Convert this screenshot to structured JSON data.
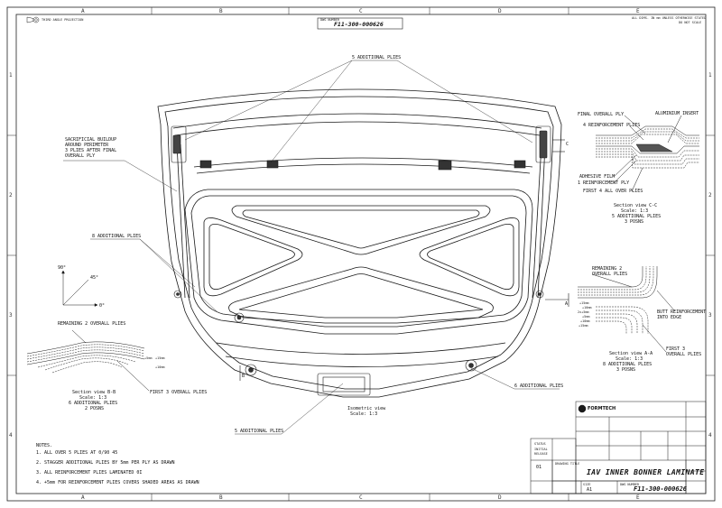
{
  "sheet": {
    "zones_h": [
      "A",
      "B",
      "C",
      "D",
      "E"
    ],
    "zones_v": [
      "1",
      "2",
      "3",
      "4"
    ],
    "projection_label": "THIRD ANGLE PROJECTION",
    "units_note": "ALL DIMS. IN mm UNLESS OTHERWISE STATED",
    "scale_note": "DO NOT SCALE"
  },
  "top_box": {
    "label": "DWG NUMBER",
    "number": "F11-300-000626"
  },
  "labels": {
    "plies_top": "5 ADDITIONAL PLIES",
    "sacrificial": [
      "SACRIFICIAL BUILDUP",
      "AROUND PERIMETER",
      "3 PLIES AFTER FINAL",
      "OVERALL PLY"
    ],
    "plies_8": "8 ADDITIONAL PLIES",
    "plies_6": "6 ADDITIONAL PLIES",
    "plies_5b": "5 ADDITIONAL PLIES",
    "angle_90": "90°",
    "angle_45": "45°",
    "angle_0": "0°",
    "iso": [
      "Isometric view",
      "Scale: 1:3"
    ],
    "marker_c": "C",
    "marker_a": "A",
    "marker_b": "B"
  },
  "section_cc": {
    "final_ply": "FINAL OVERALL PLY",
    "reinf_4": "4 REINFORCEMENT PLIES",
    "alu_insert": "ALUMINIUM INSERT",
    "adhesive": "ADHESIVE FILM",
    "reinf_1": "1 REINFORCEMENT PLY",
    "first4": "FIRST 4 ALL OVER PLIES",
    "caption": [
      "Section view C-C",
      "Scale: 1:3",
      "5 ADDITIONAL PLIES",
      "3 POSNS"
    ]
  },
  "section_aa": {
    "remaining": [
      "REMAINING 2",
      "OVERALL PLIES"
    ],
    "butt": [
      "BUTT REINFORCEMENT",
      "INTO EDGE"
    ],
    "first3": [
      "FIRST 3",
      "OVERALL PLIES"
    ],
    "dims": [
      "+15mm",
      "+10mm",
      "2x+5mm",
      "+5mm",
      "+10mm",
      "+15mm"
    ],
    "caption": [
      "Section view A-A",
      "Scale: 1:3",
      "8 ADDITIONAL PLIES",
      "3 POSNS"
    ]
  },
  "section_bb": {
    "remaining": "REMAINING 2 OVERALL PLIES",
    "first3": "FIRST 3 OVERALL PLIES",
    "dims": [
      "+5mm",
      "+15mm",
      "+10mm"
    ],
    "caption": [
      "Section view B-B",
      "Scale: 1:3",
      "6 ADDITIONAL PLIES",
      "2 POSNS"
    ]
  },
  "notes": [
    "NOTES.",
    "1. ALL OVER 5 PLIES AT 0/90 45",
    "2. STAGGER ADDITIONAL PLIES BY 5mm PER PLY AS DRAWN",
    "3. ALL REINFORCEMENT PLIES LAMINATED 0I",
    "4. +5mm FOR REINFORCEMENT PLIES COVERS SHADED AREAS AS DRAWN"
  ],
  "title_block": {
    "company": "FORMTECH",
    "title_label": "DRAWING TITLE",
    "title": "IAV INNER BONNER LAMINATE",
    "dwg_label": "DWG NUMBER",
    "dwg_number": "F11-300-000626",
    "size_label": "SIZE",
    "size": "A1",
    "issue": "01",
    "status_label": "STATUS",
    "status": [
      "INITIAL",
      "RELEASE"
    ]
  },
  "colors": {
    "line": "#1a1a1a",
    "paper": "#ffffff",
    "light": "#666666"
  }
}
